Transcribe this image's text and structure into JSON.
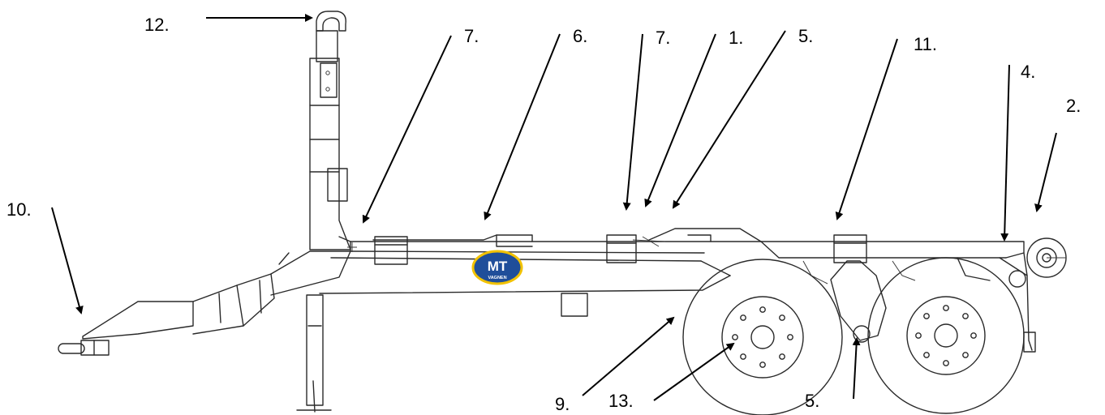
{
  "callouts": {
    "c12": "12.",
    "c7a": "7.",
    "c6": "6.",
    "c7b": "7.",
    "c1": "1.",
    "c5a": "5.",
    "c11": "11.",
    "c4": "4.",
    "c2": "2.",
    "c10": "10.",
    "c9": "9.",
    "c13": "13.",
    "c5b": "5."
  },
  "logo": {
    "main": "MT",
    "sub": "VAGNEN",
    "bg_color": "#1f4e9a",
    "ring_color": "#f2c200"
  }
}
